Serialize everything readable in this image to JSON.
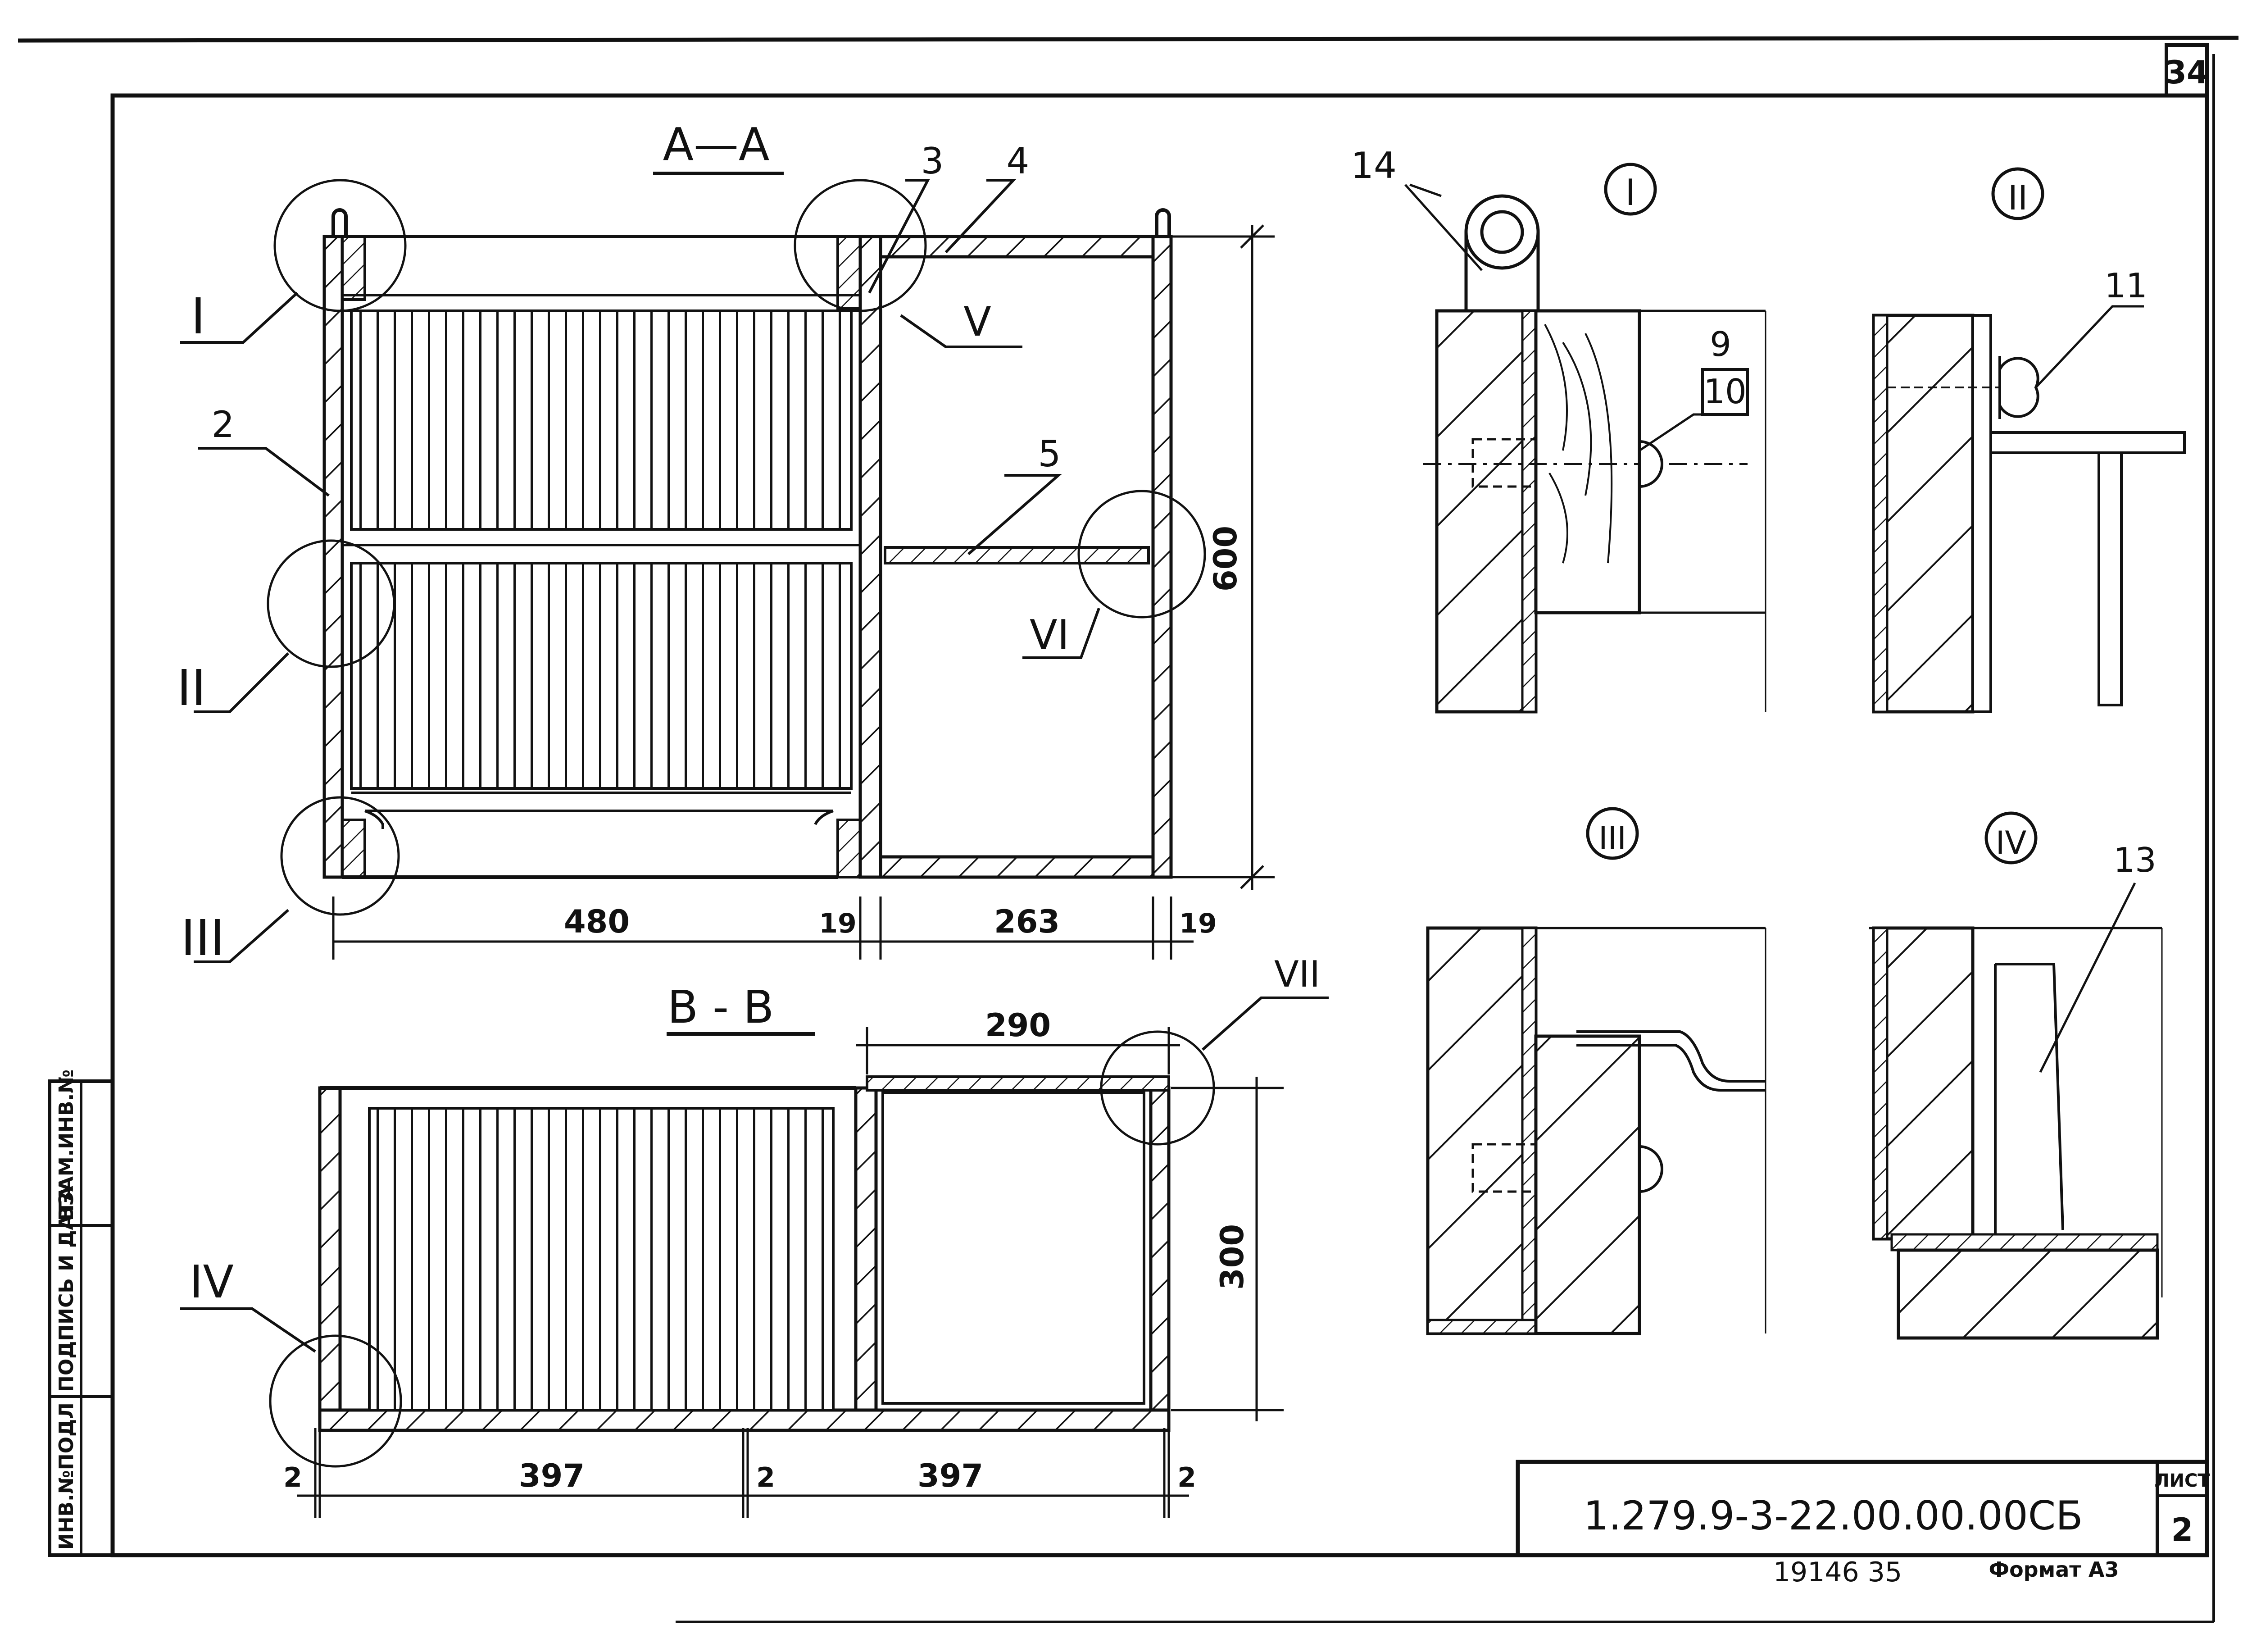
{
  "sheet_number": "34",
  "section_aa": {
    "title": "A—A",
    "callouts": [
      "I",
      "II",
      "III",
      "V",
      "VI"
    ],
    "positions": [
      "2",
      "3",
      "4",
      "5"
    ],
    "dim_height": "600",
    "dims_bottom": [
      "480",
      "19",
      "263",
      "19"
    ]
  },
  "section_bb": {
    "title": "B - B",
    "callouts": [
      "IV",
      "VII"
    ],
    "dim_top": "290",
    "dim_height": "300",
    "dims_bottom": [
      "2",
      "397",
      "2",
      "397",
      "2"
    ]
  },
  "details": {
    "d1": {
      "label": "I",
      "positions": [
        "14",
        "9",
        "10"
      ]
    },
    "d2": {
      "label": "II",
      "positions": [
        "11"
      ]
    },
    "d3": {
      "label": "III"
    },
    "d4": {
      "label": "IV",
      "positions": [
        "13"
      ]
    }
  },
  "side_stamp": [
    "ИНВ.№ПОДЛ",
    "ПОДПИСЬ И ДАТА",
    "ВЗАМ.ИНВ.№"
  ],
  "title_block": {
    "code": "1.279.9-3-22.00.00.00СБ",
    "sheet_label": "ЛИСТ",
    "sheet": "2"
  },
  "footer": {
    "number": "19146  35",
    "format": "Формат А3"
  }
}
